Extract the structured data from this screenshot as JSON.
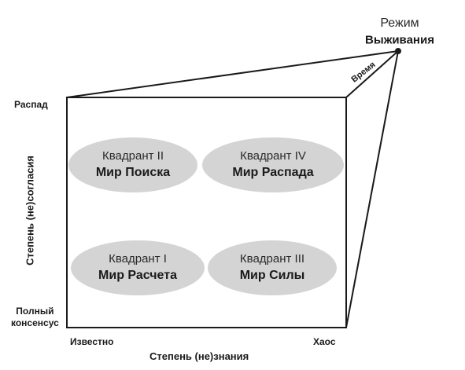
{
  "mode": {
    "line1": "Режим",
    "line2": "Выживания"
  },
  "time_label": "Время",
  "y_axis": {
    "label": "Степень (не)согласия",
    "top_label": "Распад",
    "bottom_label_line1": "Полный",
    "bottom_label_line2": "консенсус"
  },
  "x_axis": {
    "label": "Степень (не)знания",
    "left_label": "Известно",
    "right_label": "Хаос"
  },
  "quadrants": {
    "q2": {
      "title": "Квадрант II",
      "world": "Мир Поиска"
    },
    "q4": {
      "title": "Квадрант IV",
      "world": "Мир Распада"
    },
    "q1": {
      "title": "Квадрант I",
      "world": "Мир Расчета"
    },
    "q3": {
      "title": "Квадрант III",
      "world": "Мир Силы"
    }
  },
  "colors": {
    "ellipse_fill": "#d4d4d4",
    "line": "#1a1a1a",
    "background": "#ffffff"
  }
}
